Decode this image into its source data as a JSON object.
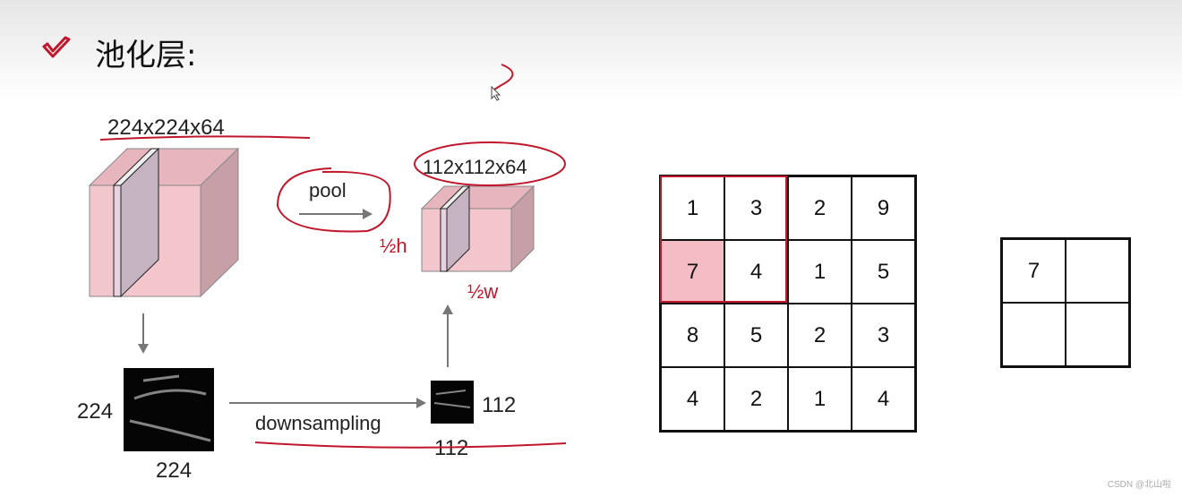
{
  "slide": {
    "title": "池化层:",
    "check_icon": "check-icon",
    "accent_color": "#c0172c",
    "watermark": "CSDN @北山啦"
  },
  "figure": {
    "input_size": "224x224x64",
    "output_size": "112x112x64",
    "pool_label": "pool",
    "downsampling_label": "downsampling",
    "input_h": "224",
    "input_w": "224",
    "output_h": "112",
    "output_w": "112",
    "annotation_half_left": "½h",
    "annotation_half_bottom": "½w"
  },
  "pooling_example": {
    "input_grid": [
      [
        "1",
        "3",
        "2",
        "9"
      ],
      [
        "7",
        "4",
        "1",
        "5"
      ],
      [
        "8",
        "5",
        "2",
        "3"
      ],
      [
        "4",
        "2",
        "1",
        "4"
      ]
    ],
    "highlighted_cell": [
      1,
      0
    ],
    "highlight_color": "#f4bcc4",
    "output_grid": [
      [
        "7",
        ""
      ],
      [
        "",
        ""
      ]
    ]
  }
}
